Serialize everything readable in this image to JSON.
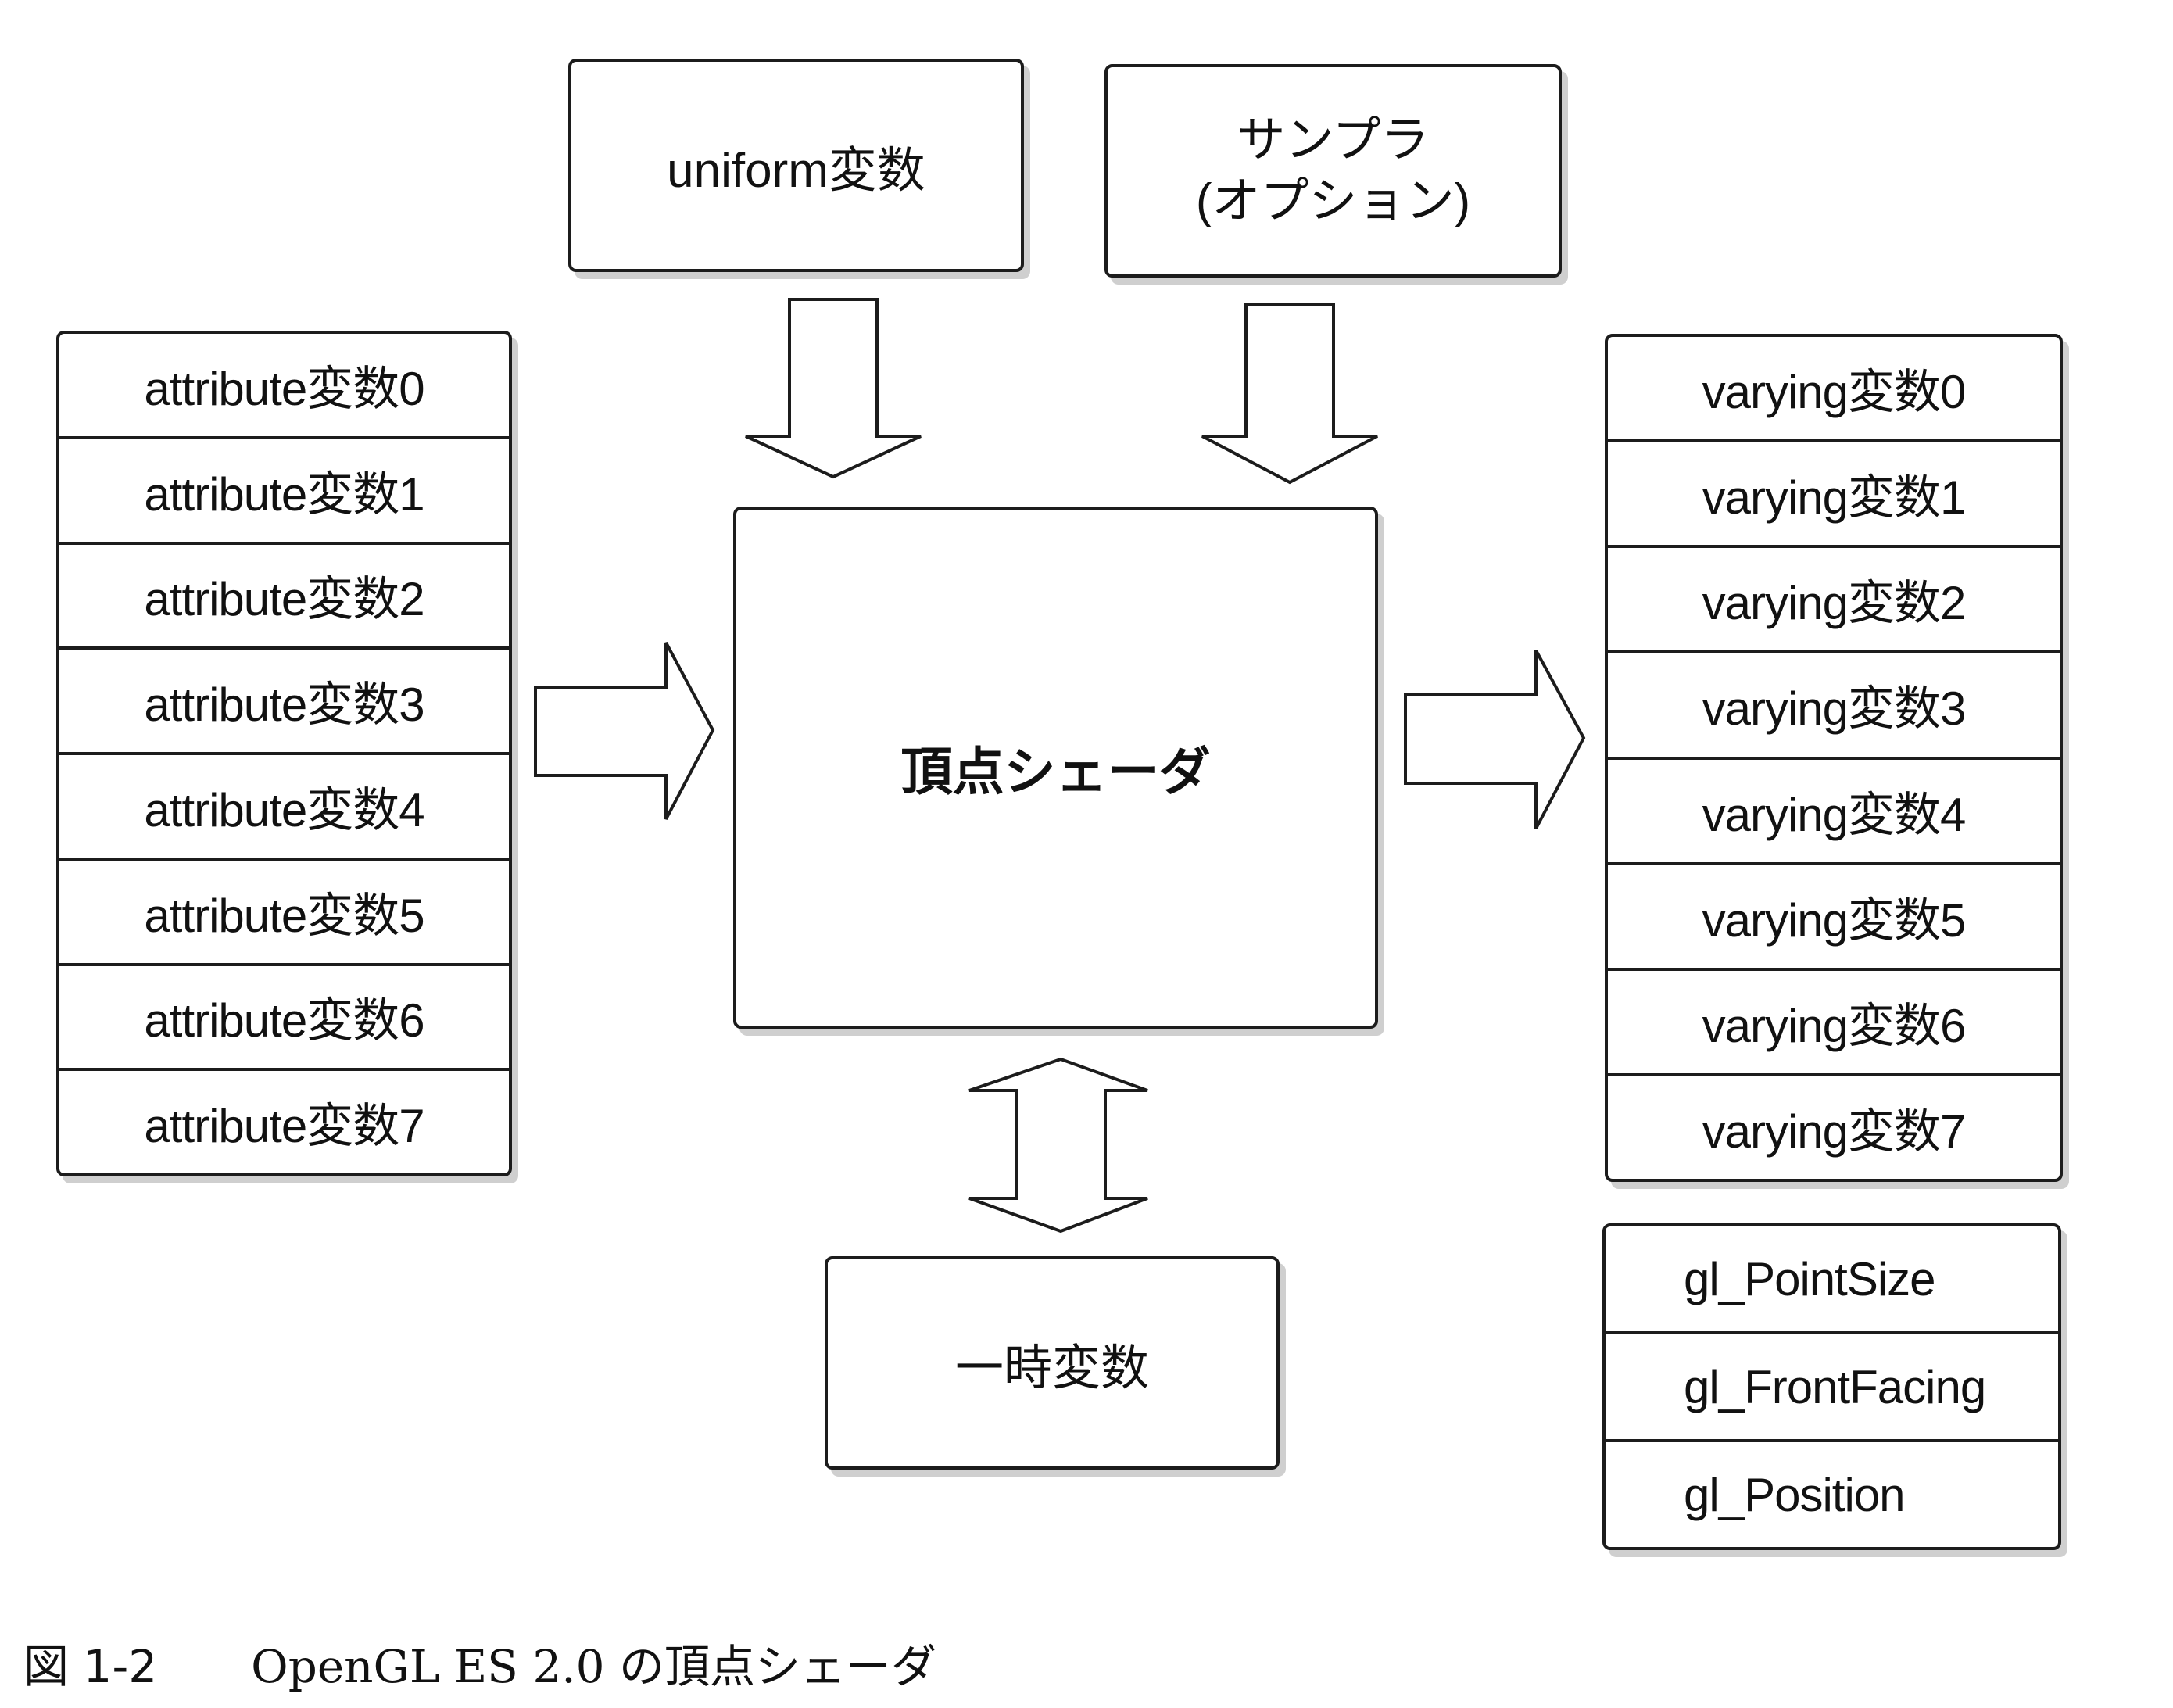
{
  "uniform_box": {
    "label": "uniform変数"
  },
  "sampler_box": {
    "line1": "サンプラ",
    "line2": "(オプション)"
  },
  "attribute_list": [
    "attribute変数0",
    "attribute変数1",
    "attribute変数2",
    "attribute変数3",
    "attribute変数4",
    "attribute変数5",
    "attribute変数6",
    "attribute変数7"
  ],
  "vertex_shader": {
    "label": "頂点シェーダ"
  },
  "varying_list": [
    "varying変数0",
    "varying変数1",
    "varying変数2",
    "varying変数3",
    "varying変数4",
    "varying変数5",
    "varying変数6",
    "varying変数7"
  ],
  "builtin_list": [
    "gl_PointSize",
    "gl_FrontFacing",
    "gl_Position"
  ],
  "temp_box": {
    "label": "一時変数"
  },
  "caption": {
    "number": "図 1-2",
    "text": "OpenGL ES 2.0 の頂点シェーダ"
  }
}
